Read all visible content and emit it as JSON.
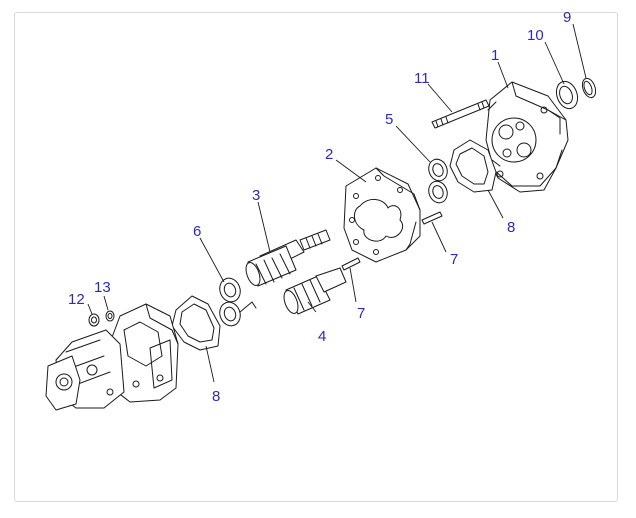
{
  "diagram": {
    "callouts": [
      {
        "id": "c1",
        "label": "1"
      },
      {
        "id": "c2",
        "label": "2"
      },
      {
        "id": "c3",
        "label": "3"
      },
      {
        "id": "c4",
        "label": "4"
      },
      {
        "id": "c5",
        "label": "5"
      },
      {
        "id": "c6",
        "label": "6"
      },
      {
        "id": "c7a",
        "label": "7"
      },
      {
        "id": "c7b",
        "label": "7"
      },
      {
        "id": "c8a",
        "label": "8"
      },
      {
        "id": "c8b",
        "label": "8"
      },
      {
        "id": "c9",
        "label": "9"
      },
      {
        "id": "c10",
        "label": "10"
      },
      {
        "id": "c11",
        "label": "11"
      },
      {
        "id": "c12",
        "label": "12"
      },
      {
        "id": "c13",
        "label": "13"
      }
    ],
    "colors": {
      "callout": "#2b2bb8",
      "line": "#1a1a1a",
      "frame": "#d9d9d9"
    }
  }
}
